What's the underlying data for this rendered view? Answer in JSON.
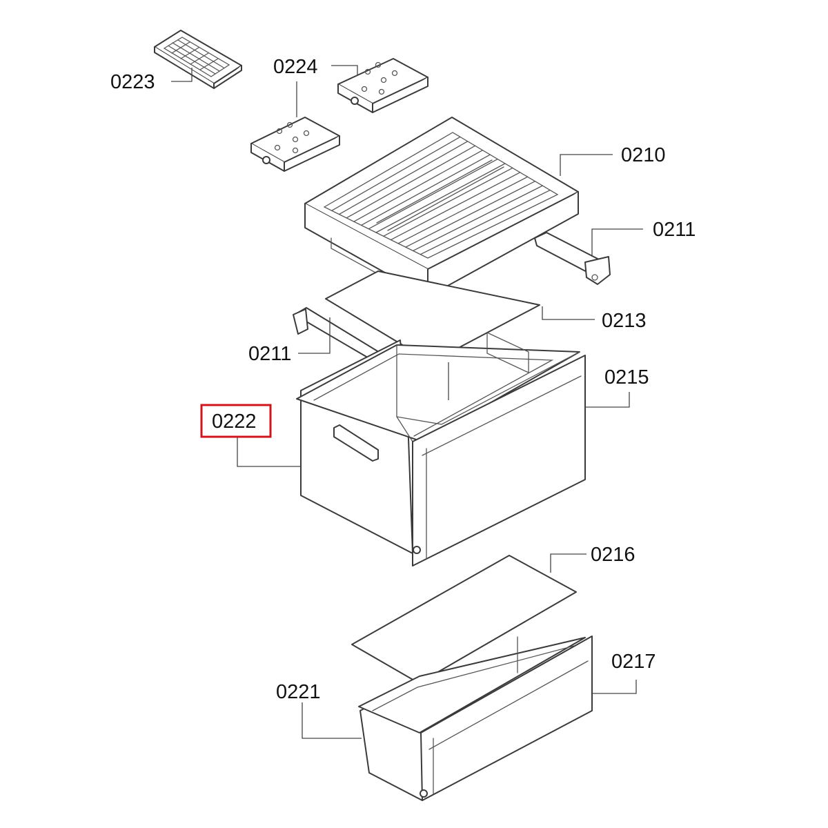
{
  "callouts": [
    {
      "id": "0223",
      "text": "0223",
      "highlighted": false
    },
    {
      "id": "0224",
      "text": "0224",
      "highlighted": false
    },
    {
      "id": "0210",
      "text": "0210",
      "highlighted": false
    },
    {
      "id": "0211a",
      "text": "0211",
      "highlighted": false
    },
    {
      "id": "0213",
      "text": "0213",
      "highlighted": false
    },
    {
      "id": "0211b",
      "text": "0211",
      "highlighted": false
    },
    {
      "id": "0215",
      "text": "0215",
      "highlighted": false
    },
    {
      "id": "0222",
      "text": "0222",
      "highlighted": true
    },
    {
      "id": "0216",
      "text": "0216",
      "highlighted": false
    },
    {
      "id": "0217",
      "text": "0217",
      "highlighted": false
    },
    {
      "id": "0221",
      "text": "0221",
      "highlighted": false
    }
  ],
  "colors": {
    "line": "#3a3a3a",
    "highlight": "#d0141c",
    "background": "#ffffff"
  }
}
